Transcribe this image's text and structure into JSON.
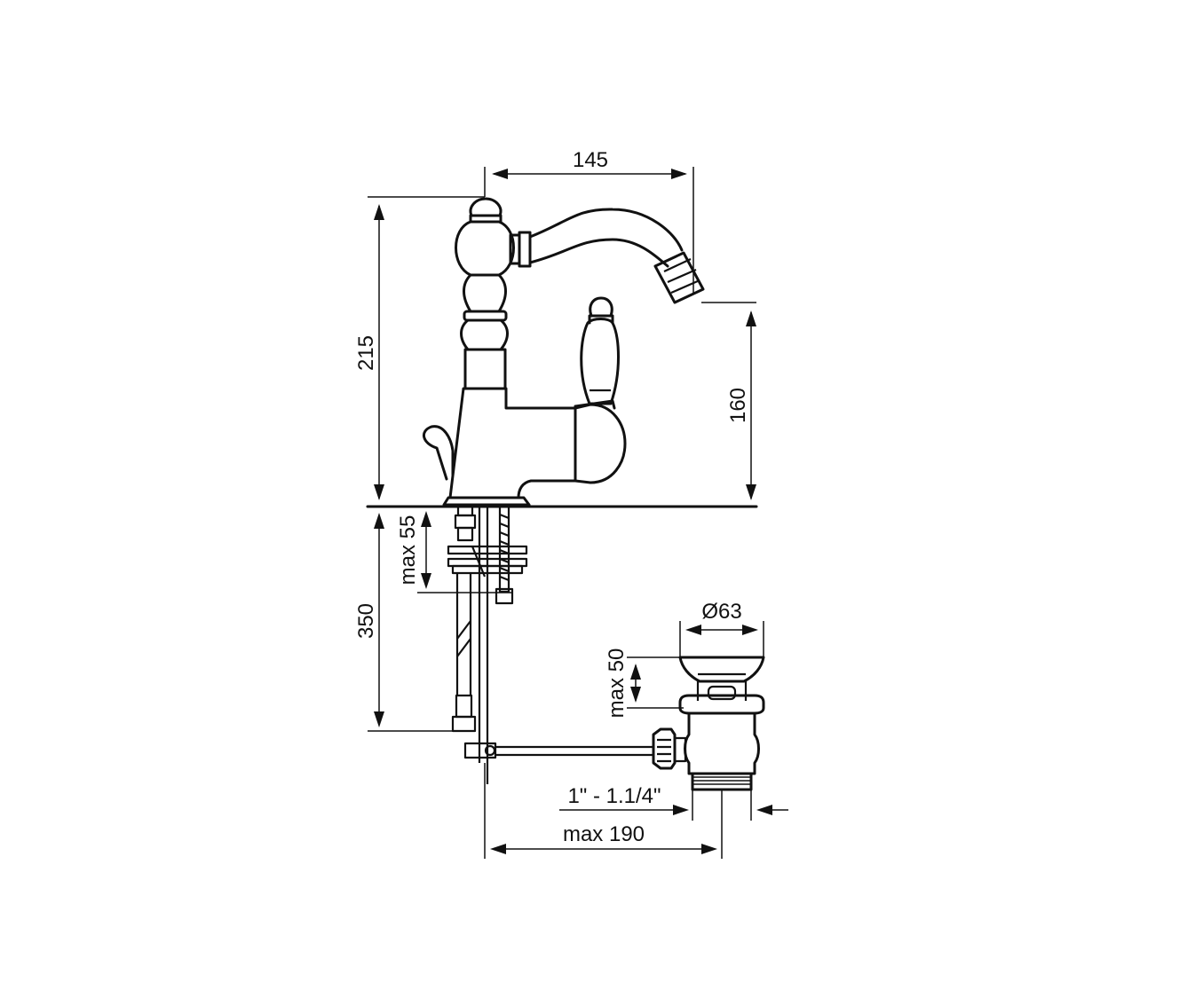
{
  "dimensions": {
    "top_width": "145",
    "height_total": "215",
    "spout_height": "160",
    "deck_max": "max 55",
    "hose_length": "350",
    "waste_diameter": "Ø63",
    "waste_max": "max 50",
    "waste_thread": "1\" - 1.1/4\"",
    "rod_max": "max 190"
  }
}
